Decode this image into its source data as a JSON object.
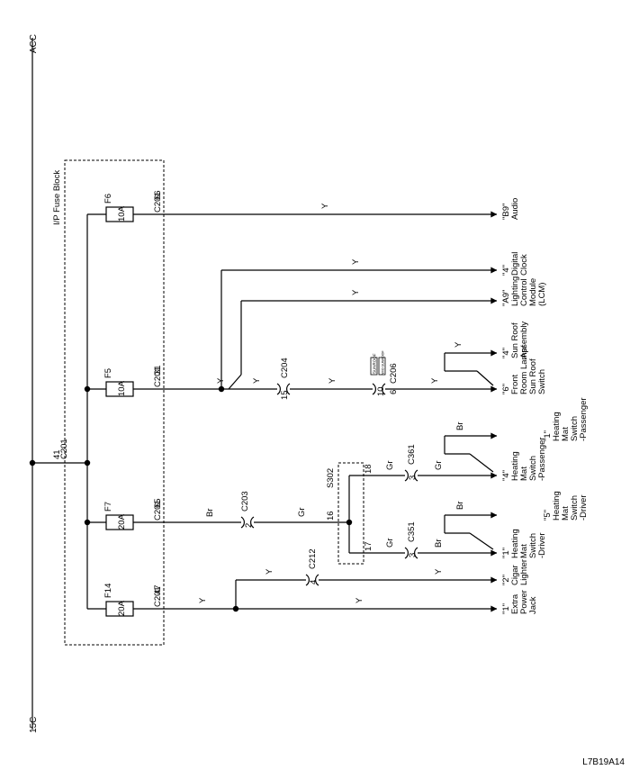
{
  "diagram": {
    "bus_top_label": "ACC",
    "bus_bottom_label": "15C",
    "fuse_block_title": "I/P Fuse Block",
    "bus_connector": "C201",
    "bus_pin": "41",
    "figure_code": "L7B19A14"
  },
  "fuses": [
    {
      "name": "F6",
      "rating": "10A",
      "connector": "C201",
      "pin": "66"
    },
    {
      "name": "F5",
      "rating": "10A",
      "connector": "C201",
      "pin": "31"
    },
    {
      "name": "F7",
      "rating": "20A",
      "connector": "C201",
      "pin": "65"
    },
    {
      "name": "F14",
      "rating": "20A",
      "connector": "C201",
      "pin": "47"
    }
  ],
  "wire_colors": {
    "yellow": "Y",
    "brown": "Br",
    "gray": "Gr"
  },
  "connectors": {
    "c204": {
      "name": "C204",
      "pin": "15"
    },
    "c206": {
      "name": "C206",
      "pin_top": "10",
      "pin_bottom": "6",
      "tag1": "SUNROOF",
      "tag2": "W/O SUNROOF"
    },
    "c203": {
      "name": "C203",
      "pin": "2"
    },
    "c212": {
      "name": "C212",
      "pin": "4"
    },
    "c361": {
      "name": "C361",
      "pin": "3"
    },
    "c351": {
      "name": "C351",
      "pin": "3"
    },
    "s302": {
      "name": "S302",
      "pin_in": "16",
      "pin_upper": "18",
      "pin_lower": "17"
    }
  },
  "destinations": {
    "b9": {
      "code": "\"B9\"",
      "lines": [
        "Audio"
      ]
    },
    "clock": {
      "code": "\"4\"",
      "lines": [
        "Digital",
        "Clock"
      ]
    },
    "lcm": {
      "code": "\"A9\"",
      "lines": [
        "Lighting",
        "Control",
        "Module",
        "(LCM)"
      ]
    },
    "sunroof": {
      "code": "\"4\"",
      "lines": [
        "Sun Roof",
        "Assembly"
      ]
    },
    "roomlamp": {
      "code": "\"6\"",
      "lines": [
        "Front",
        "Room Lamp/",
        "Sun Roof",
        "Switch"
      ]
    },
    "hm_pass_1": {
      "code": "\"1\"",
      "lines": [
        "Heating",
        "Mat",
        "Switch",
        "-Passenger"
      ]
    },
    "hm_pass_4": {
      "code": "\"4\"",
      "lines": [
        "Heating",
        "Mat",
        "Switch",
        "-Passenger"
      ]
    },
    "hm_drv_5": {
      "code": "\"5\"",
      "lines": [
        "Heating",
        "Mat",
        "Switch",
        "-Driver"
      ]
    },
    "hm_drv_1": {
      "code": "\"1\"",
      "lines": [
        "Heating",
        "Mat",
        "Switch",
        "-Driver"
      ]
    },
    "cigar": {
      "code": "\"2\"",
      "lines": [
        "Cigar",
        "Lighter"
      ]
    },
    "power": {
      "code": "\"1\"",
      "lines": [
        "Extra",
        "Power",
        "Jack"
      ]
    }
  }
}
